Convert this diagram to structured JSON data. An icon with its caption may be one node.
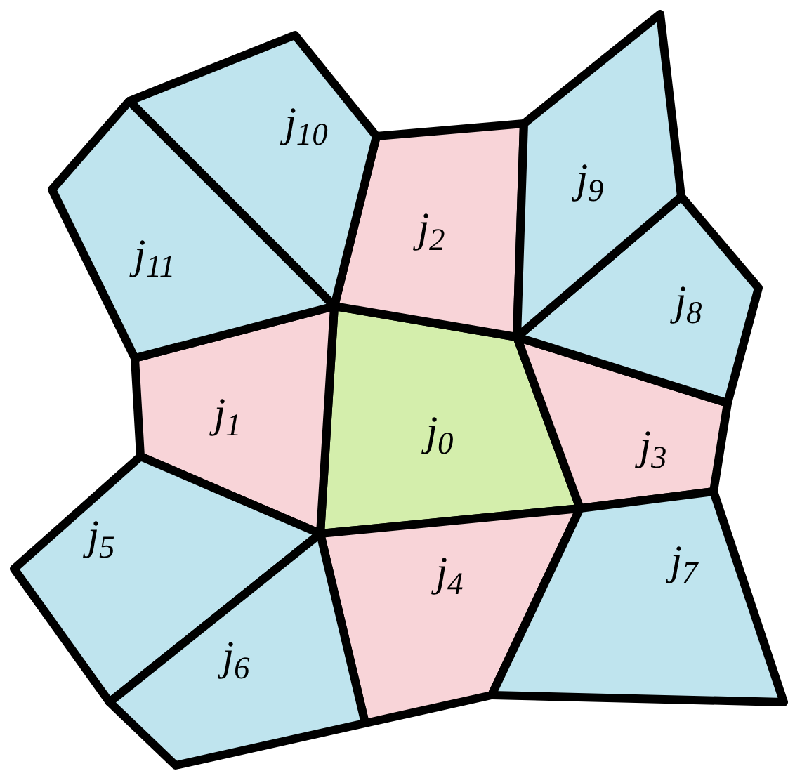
{
  "diagram": {
    "nodes": [
      {
        "text": [
          "j$_{0}$"
        ]
      },
      {
        "text": [
          "j$_{1}$"
        ]
      },
      {
        "text": [
          "j$_{2}$"
        ]
      },
      {
        "text": [
          "j$_{3}$"
        ]
      },
      {
        "text": [
          "j$_{4}$"
        ]
      },
      {
        "text": [
          "j$_{5}$"
        ]
      },
      {
        "text": [
          "j$_{6}$"
        ]
      },
      {
        "text": [
          "j$_{7}$"
        ]
      },
      {
        "text": [
          "j$_{8}$"
        ]
      },
      {
        "text": [
          "j$_{9}$"
        ]
      },
      {
        "text": [
          "j$_{10}$"
        ]
      },
      {
        "text": [
          "j$_{11}$"
        ]
      }
    ],
    "edges": []
  }
}
